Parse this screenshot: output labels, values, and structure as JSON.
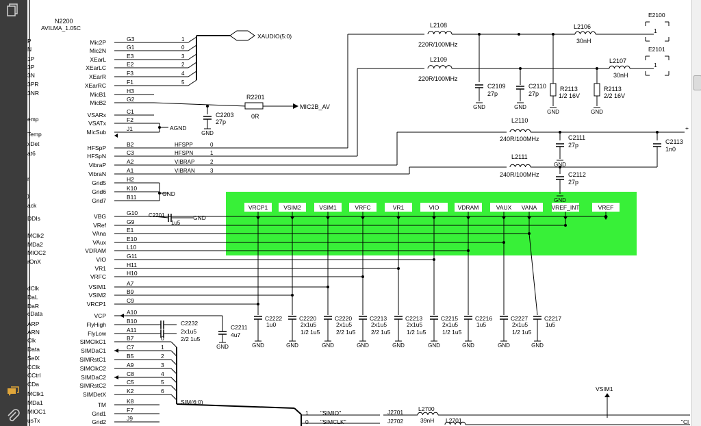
{
  "colors": {
    "wire": "#000000",
    "highlight": "#22ee22",
    "toolbar": "#3c3c3c",
    "background": "#ffffff"
  },
  "icons": {
    "toolbar_top": "document-pages-icon",
    "toolbar_comment": "comment-icon",
    "toolbar_attach": "paperclip-icon"
  },
  "chip": {
    "ref": "N2200",
    "part": "AVILMA_1.05C"
  },
  "cut_left_labels": [
    "P",
    "N",
    "1P",
    "3P",
    "3N",
    "3PR",
    "3NR",
    "emp",
    "Temp",
    "xDet",
    "at6",
    "r",
    ")",
    "ack",
    "DDIs",
    "MClk2",
    "MDa2",
    "MIOC2",
    "rOnX",
    "dClk",
    "DaL",
    "DaR",
    "cData",
    "ARP",
    "ARN",
    "Clk",
    "Data",
    "SelX",
    "CClk",
    "CCtrl",
    "CDa",
    "MClk1",
    "MDa1",
    "MIOC1",
    "usTx"
  ],
  "pin_names": [
    "Mic2P",
    "Mic2N",
    "XEarL",
    "XEarLC",
    "XEarR",
    "XEarRC",
    "MicB1",
    "MicB2",
    "VSARx",
    "VSATx",
    "MicSub",
    "HFSpP",
    "HFSpN",
    "VibraP",
    "VibraN",
    "Gnd5",
    "Gnd6",
    "Gnd7",
    "VBG",
    "VRef",
    "VAna",
    "VAux",
    "VDRAM",
    "VIO",
    "VR1",
    "VRFC",
    "VSIM1",
    "VSIM2",
    "VRCP1",
    "VCP",
    "FlyHigh",
    "FlyLow",
    "SIMClkC1",
    "SIMDaC1",
    "SIMRstC1",
    "SIMClkC2",
    "SIMDaC2",
    "SIMRstC2",
    "SIMDetX",
    "TM",
    "Gnd1",
    "Gnd2"
  ],
  "ball_ids": [
    "G3",
    "G1",
    "E3",
    "E2",
    "F3",
    "F1",
    "H3",
    "G2",
    "C1",
    "F2",
    "J1",
    "B2",
    "C3",
    "A2",
    "A1",
    "H2",
    "K10",
    "B11",
    "G10",
    "G9",
    "E1",
    "E10",
    "L10",
    "G11",
    "H11",
    "H10",
    "A7",
    "B9",
    "C9",
    "A10",
    "B10",
    "A11",
    "B7",
    "C7",
    "B5",
    "A9",
    "C8",
    "C5",
    "K2",
    "K8",
    "F7",
    "J9"
  ],
  "xaudio": {
    "label": "XAUDIO(5:0)",
    "bits": [
      "1",
      "0",
      "3",
      "2",
      "4",
      "5"
    ]
  },
  "mic2b": {
    "resistor": "R2201",
    "value": "0R",
    "net": "MIC2B_AV",
    "cap": "C2203",
    "cap_value": "27p"
  },
  "agnd": "AGND",
  "gnd": "GND",
  "hfs": {
    "nets": [
      "HFSPP",
      "HFSPN",
      "VIBRAP",
      "VIBRAN"
    ],
    "bits": [
      "0",
      "1",
      "2",
      "3"
    ]
  },
  "c2201": {
    "ref": "C2201",
    "value": "1u5"
  },
  "regulators": [
    "VRCP1",
    "VSIM2",
    "VSIM1",
    "VRFC",
    "VR1",
    "VIO",
    "VDRAM",
    "VAUX",
    "VANA",
    "VREF_INT",
    "VREF"
  ],
  "caps": [
    {
      "ref": "C2222",
      "lines": [
        "1u0"
      ]
    },
    {
      "ref": "C2220",
      "lines": [
        "2x1u5",
        "1/2 1u5"
      ]
    },
    {
      "ref": "C2220",
      "lines": [
        "2x1u5",
        "2/2 1u5"
      ]
    },
    {
      "ref": "C2213",
      "lines": [
        "2x1u5",
        "2/2 1u5"
      ]
    },
    {
      "ref": "C2213",
      "lines": [
        "2x1u5",
        "1/2 1u5"
      ]
    },
    {
      "ref": "C2215",
      "lines": [
        "2x1u5",
        "1/2 1u5"
      ]
    },
    {
      "ref": "C2216",
      "lines": [
        "1u5"
      ]
    },
    {
      "ref": "C2227",
      "lines": [
        "2x1u5",
        "1/2 1u5"
      ]
    },
    {
      "ref": "C2217",
      "lines": [
        "1u5"
      ]
    }
  ],
  "fly": {
    "c2232": "C2232",
    "c2232_lines": [
      "2x1u5",
      "2/2 1u5"
    ],
    "c2211": "C2211",
    "c2211_val": "4u7"
  },
  "sim": {
    "bits": [
      "0",
      "1",
      "2",
      "3",
      "4",
      "5",
      "6"
    ],
    "bus": "SIM(6:0)"
  },
  "top_right": {
    "l2108": "L2108",
    "l2108_val": "220R/100MHz",
    "l2109": "L2109",
    "l2109_val": "220R/100MHz",
    "l2106": "L2106",
    "l2106_val": "30nH",
    "l2107": "L2107",
    "l2107_val": "30nH",
    "e2100": "E2100",
    "e2101": "E2101",
    "pin1": "1",
    "c2109": "C2109",
    "c2109_val": "27p",
    "c2110": "C2110",
    "c2110_val": "27p",
    "r2113a": "R2113",
    "r2113a_val": "1/2 16V",
    "r2113b": "R2113",
    "r2113b_val": "2/2 16V",
    "l2110": "L2110",
    "l2110_val": "240R/100MHz",
    "l2111": "L2111",
    "l2111_val": "240R/100MHz",
    "c2111": "C2111",
    "c2111_val": "27p",
    "c2112": "C2112",
    "c2112_val": "27p",
    "c2113": "C2113",
    "c2113_val": "1n0",
    "plus": "+"
  },
  "bottom": {
    "n1": "1",
    "n0": "0",
    "simio": "\"SIMIO\"",
    "simclk": "\"SIMCLK\"",
    "j2701": "J2701",
    "j2702": "J2702",
    "l2700": "L2700",
    "l2700_val": "39nH",
    "l2701": "L2701",
    "vsim1": "VSIM1",
    "cut_right": "\"Cl"
  }
}
